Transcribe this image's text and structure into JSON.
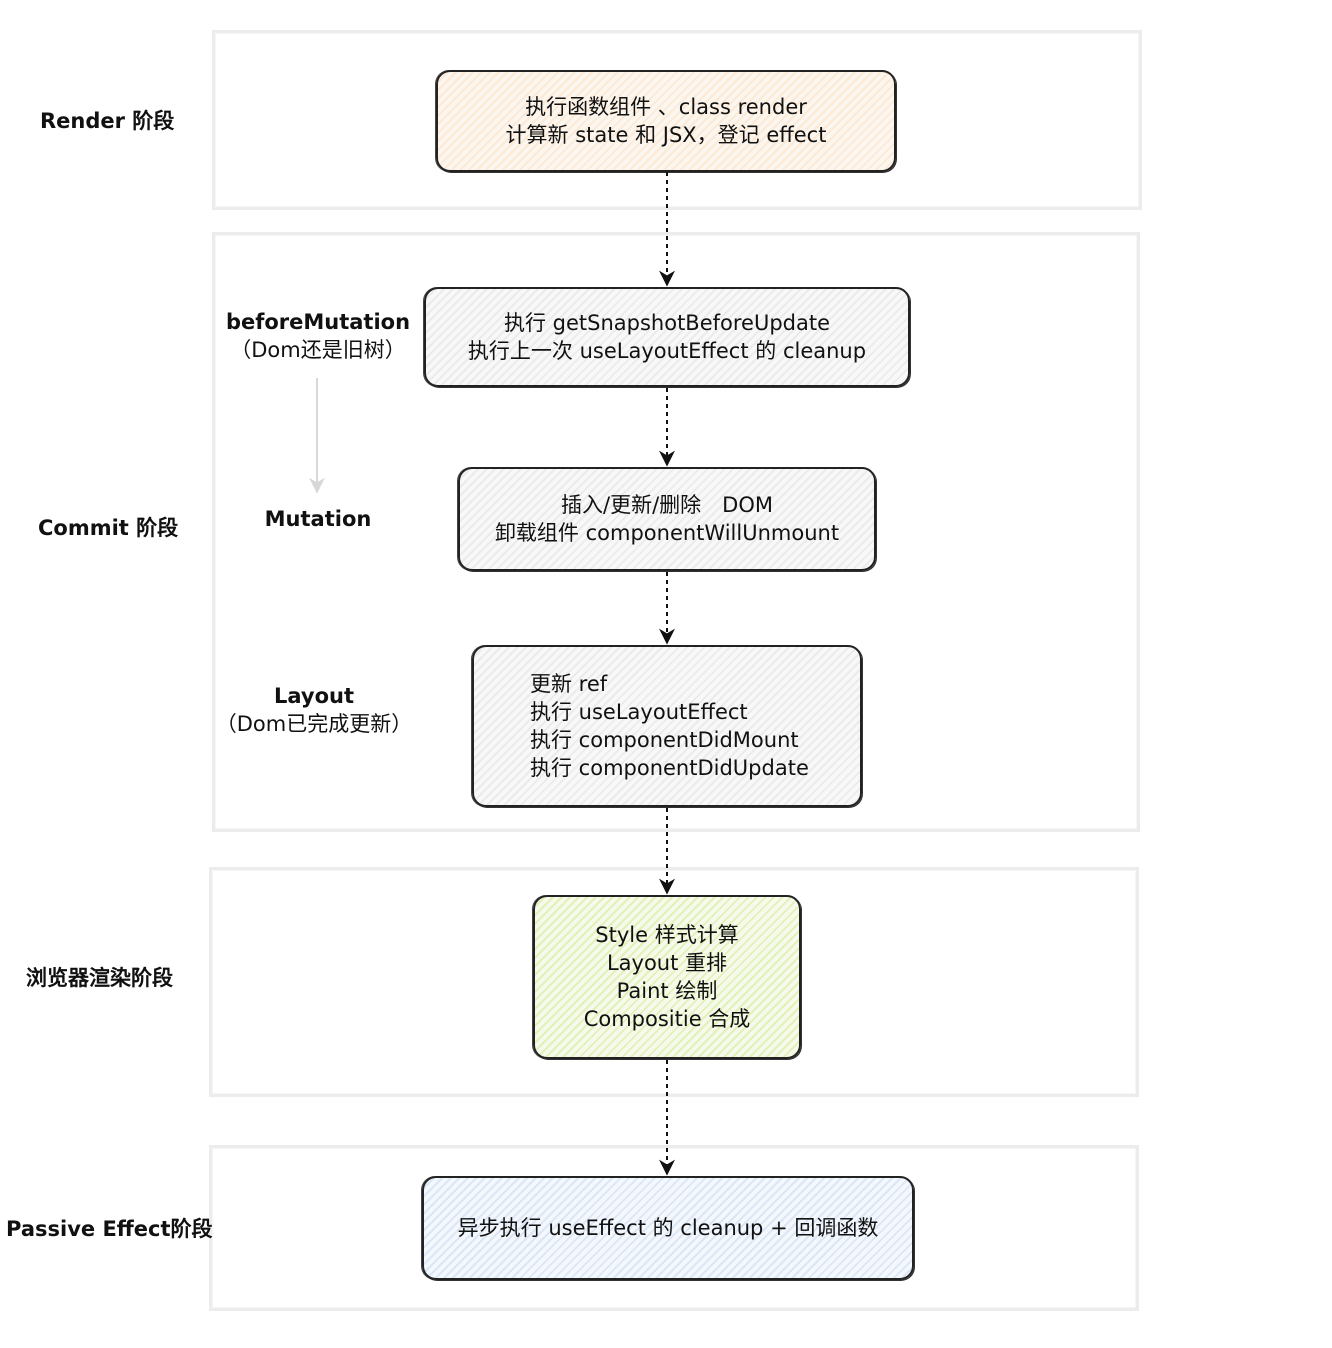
{
  "stages": {
    "render": "Render 阶段",
    "commit": "Commit 阶段",
    "browser": "浏览器渲染阶段",
    "passive": "Passive Effect阶段"
  },
  "sub_phases": {
    "before_mutation": {
      "title": "beforeMutation",
      "note": "（Dom还是旧树）"
    },
    "mutation": {
      "title": "Mutation"
    },
    "layout": {
      "title": "Layout",
      "note": "（Dom已完成更新）"
    }
  },
  "boxes": {
    "render": [
      "执行函数组件 、class render",
      "计算新 state 和 JSX，登记 effect"
    ],
    "before_mutation": [
      "执行 getSnapshotBeforeUpdate",
      "执行上一次 useLayoutEffect 的 cleanup"
    ],
    "mutation": [
      "插入/更新/删除　DOM",
      "卸载组件 componentWillUnmount"
    ],
    "layout": [
      "更新 ref",
      "执行 useLayoutEffect",
      "执行 componentDidMount",
      "执行 componentDidUpdate"
    ],
    "browser": [
      "Style 样式计算",
      "Layout 重排",
      "Paint 绘制",
      "Compositie 合成"
    ],
    "passive": [
      "异步执行 useEffect 的 cleanup + 回调函数"
    ]
  },
  "colors": {
    "render_fill": "#fde9d4",
    "commit_fill": "#ebebeb",
    "browser_fill": "#e2f0b9",
    "passive_fill": "#dbe7f6",
    "stroke": "#222222"
  }
}
